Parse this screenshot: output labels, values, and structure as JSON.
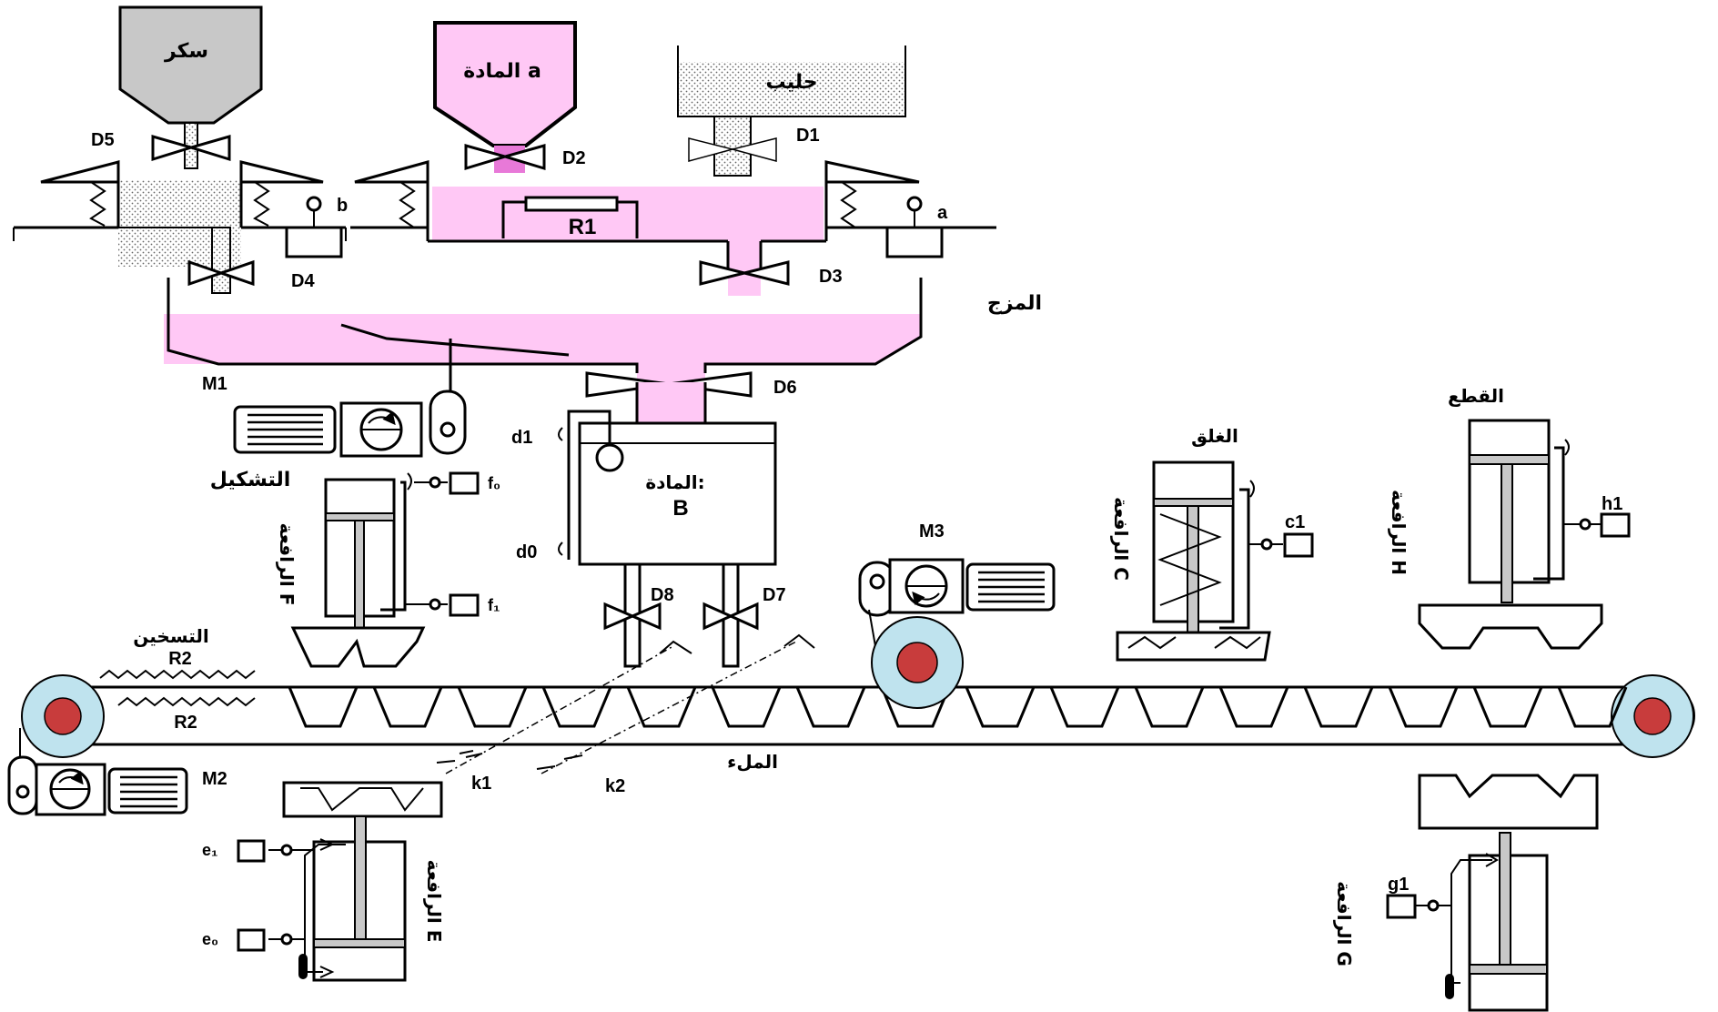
{
  "colors": {
    "pink": "#ffc8f5",
    "pink_dark": "#e879d8",
    "sugar_gray": "#c8c8c8",
    "roller_blue": "#bfe3ee",
    "roller_red": "#c83c3c"
  },
  "hoppers": {
    "sugar": "سكر",
    "material_a": "المادة a",
    "milk": "حليب"
  },
  "valves": {
    "d1": "D1",
    "d2": "D2",
    "d3": "D3",
    "d4": "D4",
    "d5": "D5",
    "d6": "D6",
    "d7": "D7",
    "d8": "D8"
  },
  "scales": {
    "a": "a",
    "b": "b"
  },
  "heater_r1": "R1",
  "mixing": "المزج",
  "motors": {
    "m1": "M1",
    "m2": "M2",
    "m3": "M3"
  },
  "tank_b": {
    "line1": "المادة:",
    "line2": "B"
  },
  "level": {
    "d1": "d1",
    "d0": "d0"
  },
  "forming": {
    "title": "التشكيل",
    "jack": "الرافعة F",
    "f0": "f₀",
    "f1": "f₁"
  },
  "heating": {
    "title": "التسخين",
    "r2_top": "R2",
    "r2_bottom": "R2"
  },
  "filling": {
    "title": "الملء",
    "k1": "k1",
    "k2": "k2"
  },
  "closing": {
    "title": "الغلق",
    "jack": "الرافعة C",
    "c1": "c1"
  },
  "cutting": {
    "title": "القطع",
    "jack": "الرافعة H",
    "h1": "h1"
  },
  "jack_e": {
    "label": "الرافعة E",
    "e1": "e₁",
    "e0": "e₀"
  },
  "jack_g": {
    "label": "الرافعة G",
    "g1": "g1"
  }
}
